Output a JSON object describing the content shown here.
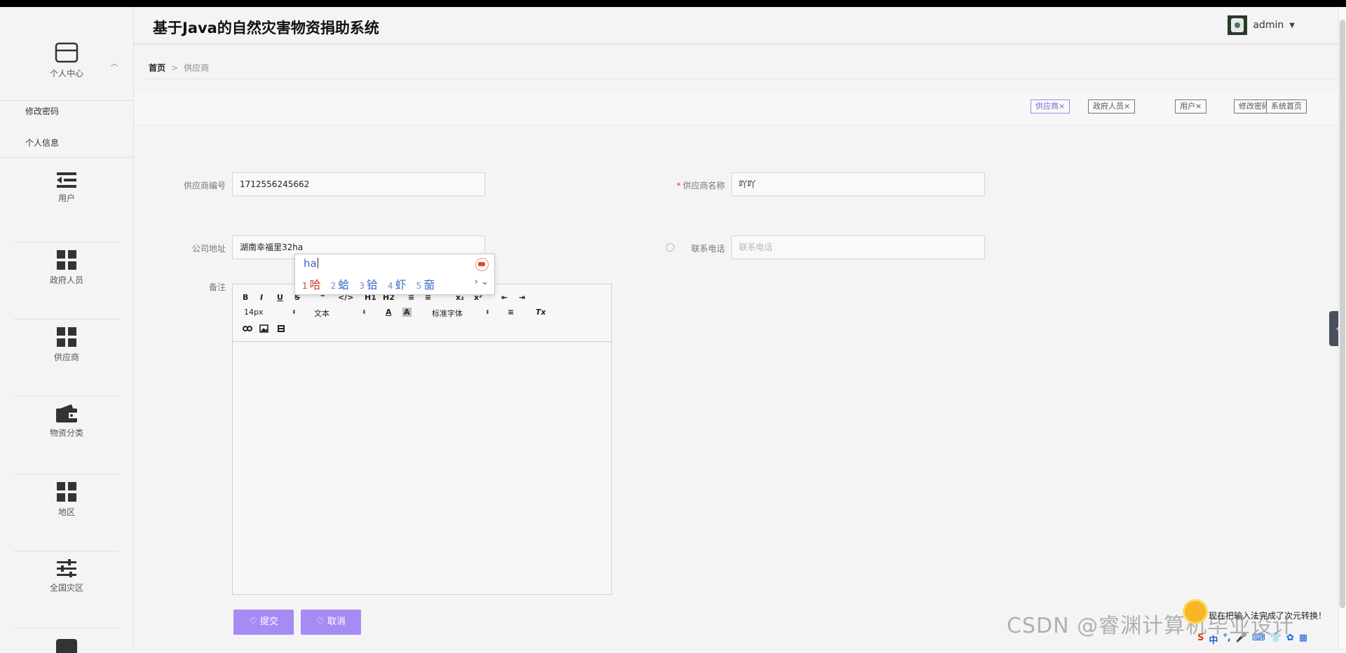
{
  "header": {
    "title": "基于Java的自然灾害物资捐助系统",
    "user": "admin"
  },
  "sidebar": {
    "personal_center": "个人中心",
    "personal_sub": [
      "修改密码",
      "个人信息"
    ],
    "items": [
      {
        "label": "用户",
        "icon": "menu-indent-icon"
      },
      {
        "label": "政府人员",
        "icon": "grid-icon"
      },
      {
        "label": "供应商",
        "icon": "grid-icon"
      },
      {
        "label": "物资分类",
        "icon": "wallet-icon"
      },
      {
        "label": "地区",
        "icon": "grid-icon"
      },
      {
        "label": "全国灾区",
        "icon": "sliders-icon"
      }
    ]
  },
  "breadcrumb": {
    "home": "首页",
    "separator": ">",
    "current": "供应商"
  },
  "tags": [
    "供应商",
    "政府人员",
    "用户",
    "修改密码",
    "系统首页"
  ],
  "tag_close": "×",
  "form": {
    "supplier_no_label": "供应商编号",
    "supplier_no_value": "1712556245662",
    "supplier_name_label": "供应商名称",
    "supplier_name_value": "吖吖",
    "required_mark": "*",
    "address_label": "公司地址",
    "address_value": "湖南幸福里32ha",
    "phone_label": "联系电话",
    "phone_placeholder": "联系电话",
    "remark_label": "备注"
  },
  "ime": {
    "composition": "ha",
    "candidates": [
      {
        "n": "1",
        "text": "哈"
      },
      {
        "n": "2",
        "text": "蛤"
      },
      {
        "n": "3",
        "text": "铪"
      },
      {
        "n": "4",
        "text": "虾"
      },
      {
        "n": "5",
        "text": "奤"
      }
    ],
    "nav": "› ⌄"
  },
  "editor": {
    "toolbar_row1": [
      "B",
      "I",
      "U",
      "S",
      "❞",
      "</>",
      "H1",
      "H2",
      "≡",
      "≡",
      "x₂",
      "x²",
      "⇤",
      "⇥"
    ],
    "font_size": "14px",
    "paragraph": "文本",
    "font_color": "A",
    "bg_color": "A",
    "font_family": "标准字体",
    "align": "≡",
    "clear": "Tx",
    "caret": "⬍"
  },
  "buttons": {
    "submit": "提交",
    "cancel": "取消"
  },
  "overlay": {
    "watermark": "CSDN @睿渊计算机毕业设计",
    "notice": "现在把输入法完成了次元转换！",
    "tray": [
      "S",
      "中",
      "°,",
      "🎤",
      "⌨",
      "👕",
      "✿",
      "▦"
    ]
  },
  "colors": {
    "accent": "#a78bf4",
    "active_tag": "#7a68d6",
    "required": "#ee3344"
  }
}
